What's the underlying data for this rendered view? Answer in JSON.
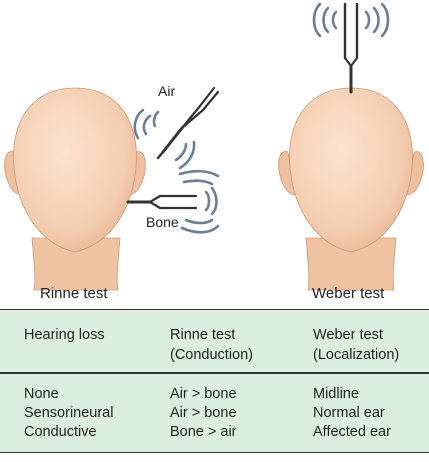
{
  "labels": {
    "air": "Air",
    "bone": "Bone",
    "rinne_caption": "Rinne test",
    "weber_caption": "Weber test"
  },
  "table": {
    "headers": [
      [
        "Hearing loss",
        ""
      ],
      [
        "Rinne test",
        "(Conduction)"
      ],
      [
        "Weber test",
        "(Localization)"
      ]
    ],
    "rows": [
      [
        "None",
        "Air > bone",
        "Midline"
      ],
      [
        "Sensorineural",
        "Air > bone",
        "Normal ear"
      ],
      [
        "Conductive",
        "Bone > air",
        "Affected ear"
      ]
    ]
  },
  "colors": {
    "skin": "#f6d2b5",
    "skin_shade": "#e9b896",
    "wave": "#6a7f94",
    "fork": "#333333",
    "table_bg": "#dcefdf"
  }
}
